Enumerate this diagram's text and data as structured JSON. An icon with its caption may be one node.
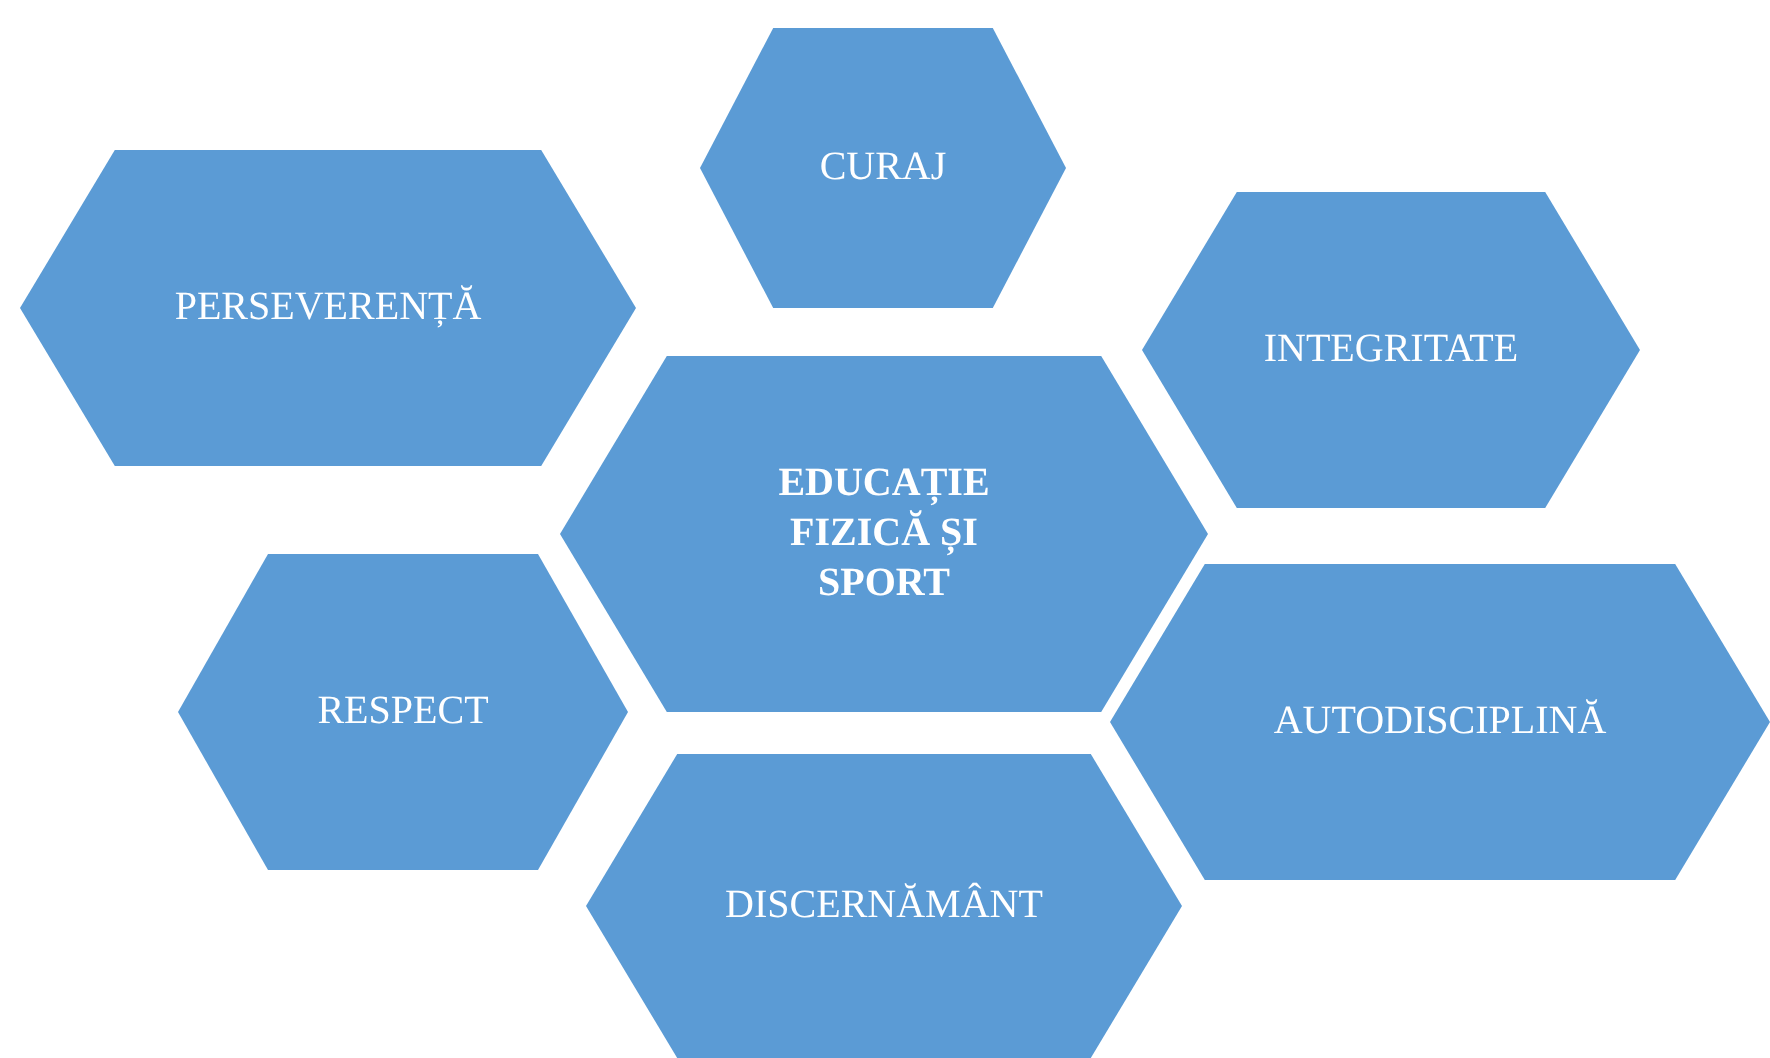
{
  "diagram": {
    "nodes": [
      {
        "text": [
          "CURAJ"
        ]
      },
      {
        "text": [
          "PERSEVERENȚĂ"
        ]
      },
      {
        "text": [
          "INTEGRITATE"
        ]
      },
      {
        "text": [
          "EDUCAȚIE FIZICĂ ȘI SPORT"
        ]
      },
      {
        "text": [
          "RESPECT"
        ]
      },
      {
        "text": [
          "AUTODISCIPLINĂ"
        ]
      },
      {
        "text": [
          "DISCERNĂMÂNT"
        ]
      }
    ]
  }
}
